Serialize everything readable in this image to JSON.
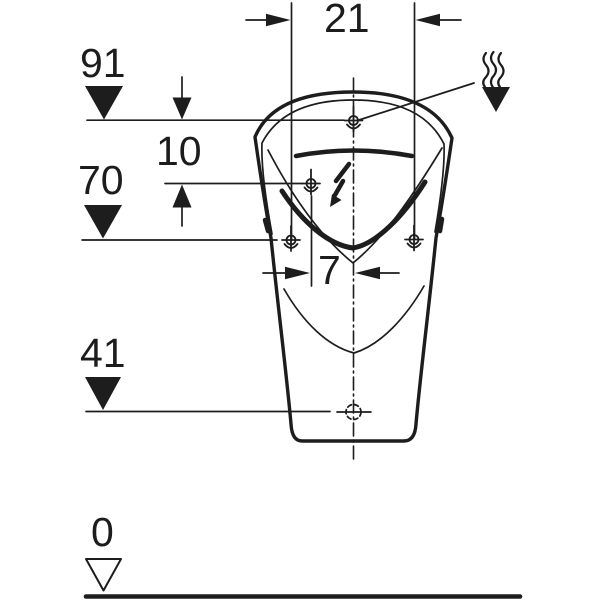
{
  "labels": {
    "d21": "21",
    "d91": "91",
    "d10": "10",
    "d70": "70",
    "d7": "7",
    "d41": "41",
    "d0": "0"
  },
  "symbols": {
    "electrical": "lightning-bolt",
    "vent": "wavy-lines-with-arrow",
    "fixation_point": "circle-crosshair",
    "drain": "dashed-circle-crosshair",
    "level_marker": "filled-triangle",
    "zero_level_marker": "open-triangle"
  },
  "colors": {
    "line": "#1d1d1d",
    "background": "#ffffff"
  }
}
